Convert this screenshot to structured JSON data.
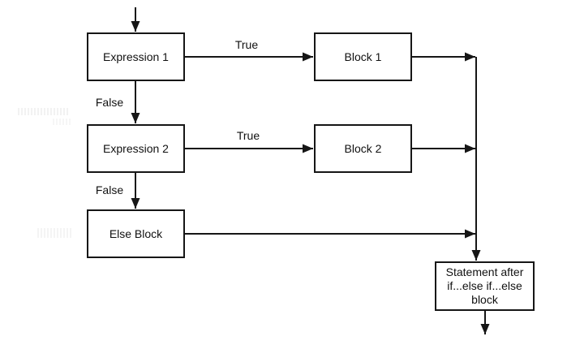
{
  "diagram": {
    "type": "flowchart",
    "topic": "if...else if...else control flow",
    "colors": {
      "background": "#ffffff",
      "line": "#161616",
      "box_border": "#161616",
      "box_fill": "#ffffff",
      "text": "#111111"
    },
    "nodes": {
      "expression1": {
        "label": "Expression 1"
      },
      "block1": {
        "label": "Block 1"
      },
      "expression2": {
        "label": "Expression 2"
      },
      "block2": {
        "label": "Block 2"
      },
      "elseblock": {
        "label": "Else Block"
      },
      "statement": {
        "label": "Statement after if...else if...else block",
        "lines": [
          "Statement after",
          "if...else if...else",
          "block"
        ]
      }
    },
    "edges": {
      "true1": {
        "label": "True"
      },
      "false1": {
        "label": "False"
      },
      "true2": {
        "label": "True"
      },
      "false2": {
        "label": "False"
      }
    }
  }
}
